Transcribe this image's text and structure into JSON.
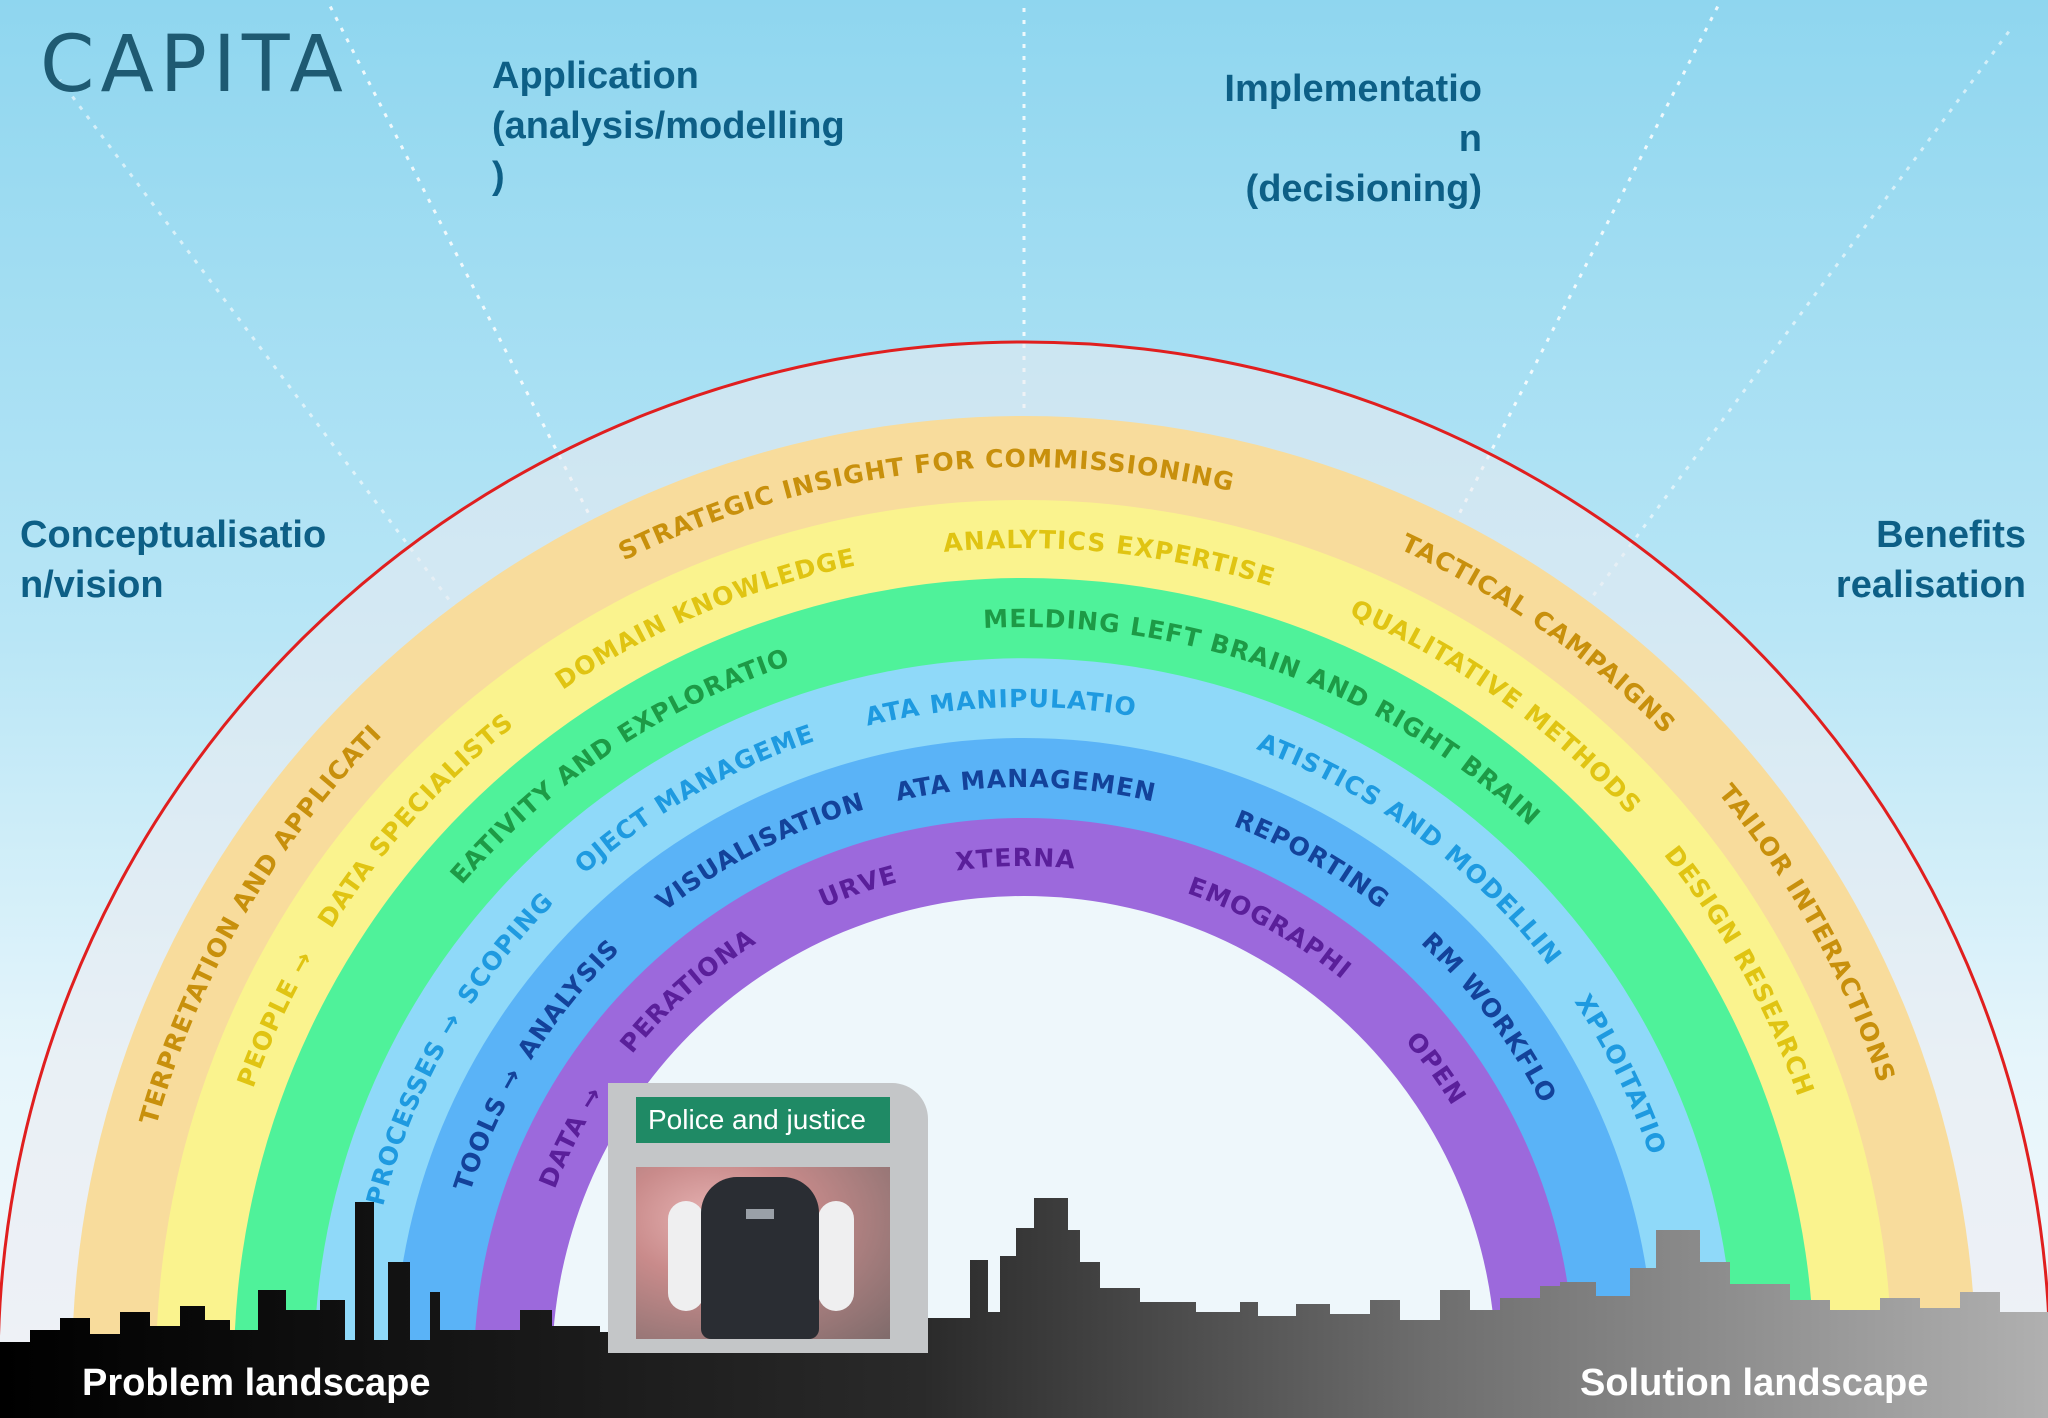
{
  "logo": "CAPITA",
  "phases": {
    "application": [
      "Application",
      "(analysis/modelling",
      ")"
    ],
    "implementation": [
      "Implementatio",
      "n",
      "(decisioning)"
    ],
    "conceptual": [
      "Conceptualisatio",
      "n/vision"
    ],
    "benefits": [
      "Benefits",
      "realisation"
    ]
  },
  "landscapes": {
    "problem": "Problem landscape",
    "solution": "Solution landscape"
  },
  "photo": {
    "title": "Police and justice"
  },
  "colors": {
    "band_outer": "#f8dc9c",
    "band_yellow": "#faf38e",
    "band_green": "#4ff29a",
    "band_lightblue": "#8fd9f9",
    "band_blue": "#5ab3f7",
    "band_purple": "#9c69dc",
    "outer_line": "#e01f1f",
    "phase_text": "#0d5f86"
  },
  "bands": [
    {
      "name": "interpretation",
      "color": "#f8dc9c",
      "text_color": "#c8900c",
      "labels": [
        {
          "text": "INTERPRETATION AND APPLICATION",
          "start": 196,
          "end": 225
        },
        {
          "text": "STRATEGIC INSIGHT FOR COMMISSIONING",
          "start": 243,
          "end": 284
        },
        {
          "text": "TACTICAL CAMPAIGNS",
          "start": 294,
          "end": 316
        },
        {
          "text": "TAILOR INTERACTIONS",
          "start": 319,
          "end": 343
        }
      ]
    },
    {
      "name": "people",
      "color": "#faf38e",
      "text_color": "#e0c412",
      "labels": [
        {
          "text": "PEOPLE →",
          "start": 200,
          "end": 210
        },
        {
          "text": "DATA SPECIALISTS",
          "start": 212,
          "end": 232
        },
        {
          "text": "DOMAIN KNOWLEDGE",
          "start": 236,
          "end": 258
        },
        {
          "text": "ANALYTICS EXPERTISE",
          "start": 263,
          "end": 289
        },
        {
          "text": "QUALITATIVE METHODS",
          "start": 293,
          "end": 318
        },
        {
          "text": "DESIGN RESEARCH",
          "start": 321,
          "end": 341
        }
      ]
    },
    {
      "name": "creativity",
      "color": "#4ff29a",
      "text_color": "#1d9a46",
      "labels": [
        {
          "text": "CREATIVITY AND EXPLORATION",
          "start": 220,
          "end": 251
        },
        {
          "text": "MELDING LEFT BRAIN AND RIGHT BRAIN",
          "start": 264,
          "end": 316
        }
      ]
    },
    {
      "name": "processes",
      "color": "#8fd9f9",
      "text_color": "#1e9ae0",
      "labels": [
        {
          "text": "PROCESSES →",
          "start": 194,
          "end": 212
        },
        {
          "text": "SCOPING",
          "start": 214,
          "end": 224
        },
        {
          "text": "PROJECT MANAGEMENT",
          "start": 228,
          "end": 252
        },
        {
          "text": "DATA MANIPULATION",
          "start": 256,
          "end": 280
        },
        {
          "text": "STATISTICS AND MODELLING",
          "start": 290,
          "end": 322
        },
        {
          "text": "EXPLOITATION",
          "start": 326,
          "end": 342
        }
      ]
    },
    {
      "name": "tools",
      "color": "#5ab3f7",
      "text_color": "#13429a",
      "labels": [
        {
          "text": "TOOLS →",
          "start": 198,
          "end": 210
        },
        {
          "text": "ANALYSIS",
          "start": 212,
          "end": 226
        },
        {
          "text": "VISUALISATION",
          "start": 232,
          "end": 254
        },
        {
          "text": "DATA MANAGEMENT",
          "start": 257,
          "end": 283
        },
        {
          "text": "REPORTING",
          "start": 292,
          "end": 307
        },
        {
          "text": "CRM WORKFLOW",
          "start": 313,
          "end": 334
        }
      ]
    },
    {
      "name": "data",
      "color": "#9c69dc",
      "text_color": "#5a1f9a",
      "labels": [
        {
          "text": "DATA →",
          "start": 202,
          "end": 212
        },
        {
          "text": "OPERATIONAL",
          "start": 218,
          "end": 238
        },
        {
          "text": "SURVEY",
          "start": 246,
          "end": 256
        },
        {
          "text": "EXTERNAL",
          "start": 262,
          "end": 276
        },
        {
          "text": "DEMOGRAPHIC",
          "start": 288,
          "end": 310
        },
        {
          "text": "OPEN",
          "start": 320,
          "end": 328
        }
      ]
    }
  ]
}
